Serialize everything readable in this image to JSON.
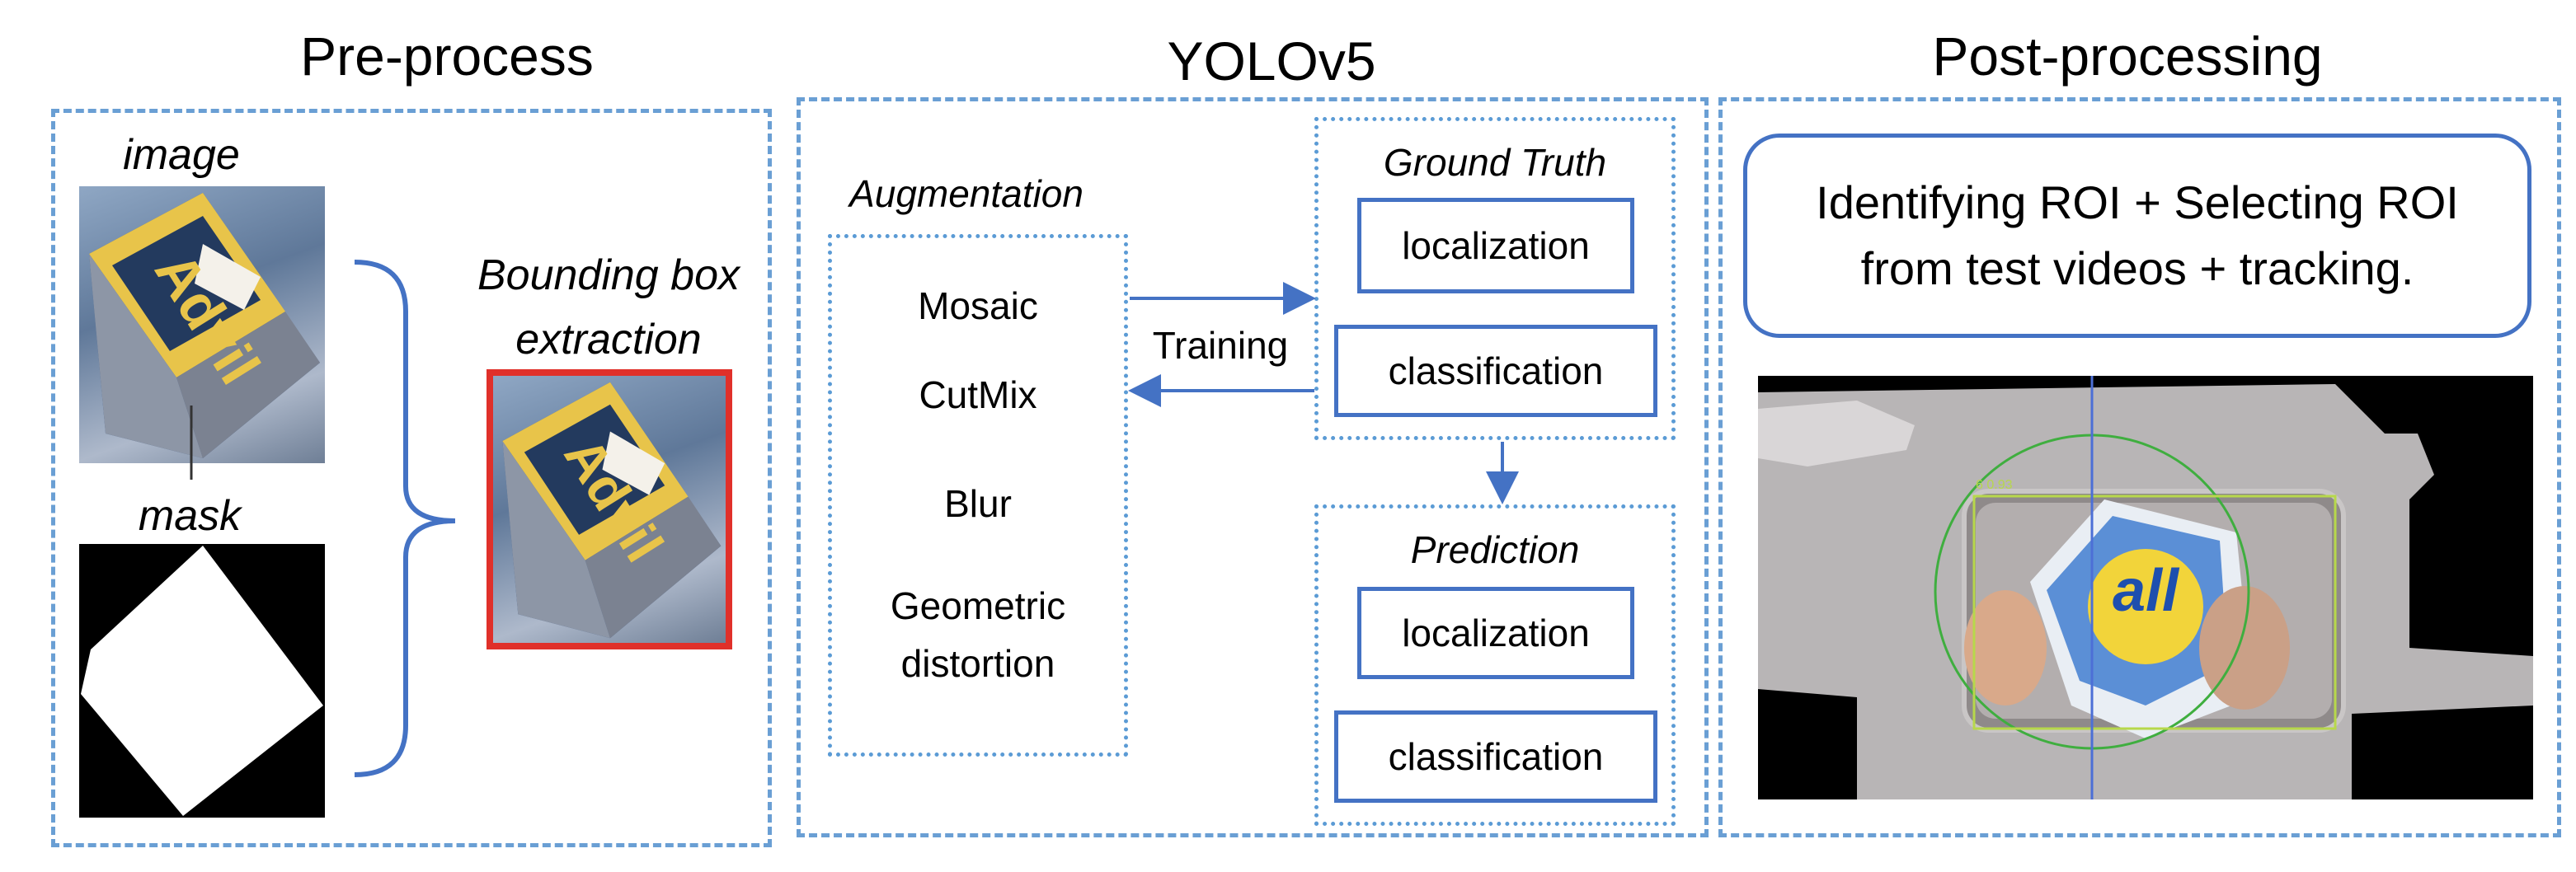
{
  "titles": {
    "preprocess": "Pre-process",
    "yolo": "YOLOv5",
    "postprocess": "Post-processing"
  },
  "preprocess": {
    "image_label": "image",
    "mask_label": "mask",
    "bbox_label_line1": "Bounding box",
    "bbox_label_line2": "extraction",
    "product_text": "Advil"
  },
  "yolo": {
    "augmentation_label": "Augmentation",
    "augmentations": [
      "Mosaic",
      "CutMix",
      "Blur",
      "Geometric",
      "distortion"
    ],
    "training_label": "Training",
    "ground_truth_label": "Ground Truth",
    "ground_truth_items": [
      "localization",
      "classification"
    ],
    "prediction_label": "Prediction",
    "prediction_items": [
      "localization",
      "classification"
    ]
  },
  "postprocess": {
    "roi_line1": "Identifying ROI + Selecting ROI",
    "roi_line2": "from test videos + tracking.",
    "detection_score": "6 0.93",
    "product_text": "all"
  },
  "colors": {
    "panel_border": "#6a9fd4",
    "box_border": "#4472c4",
    "arrow": "#4472c4",
    "bbox_red": "#e0302a",
    "tracking_circle": "#3fae3f",
    "detection_box": "#b7d84b"
  }
}
